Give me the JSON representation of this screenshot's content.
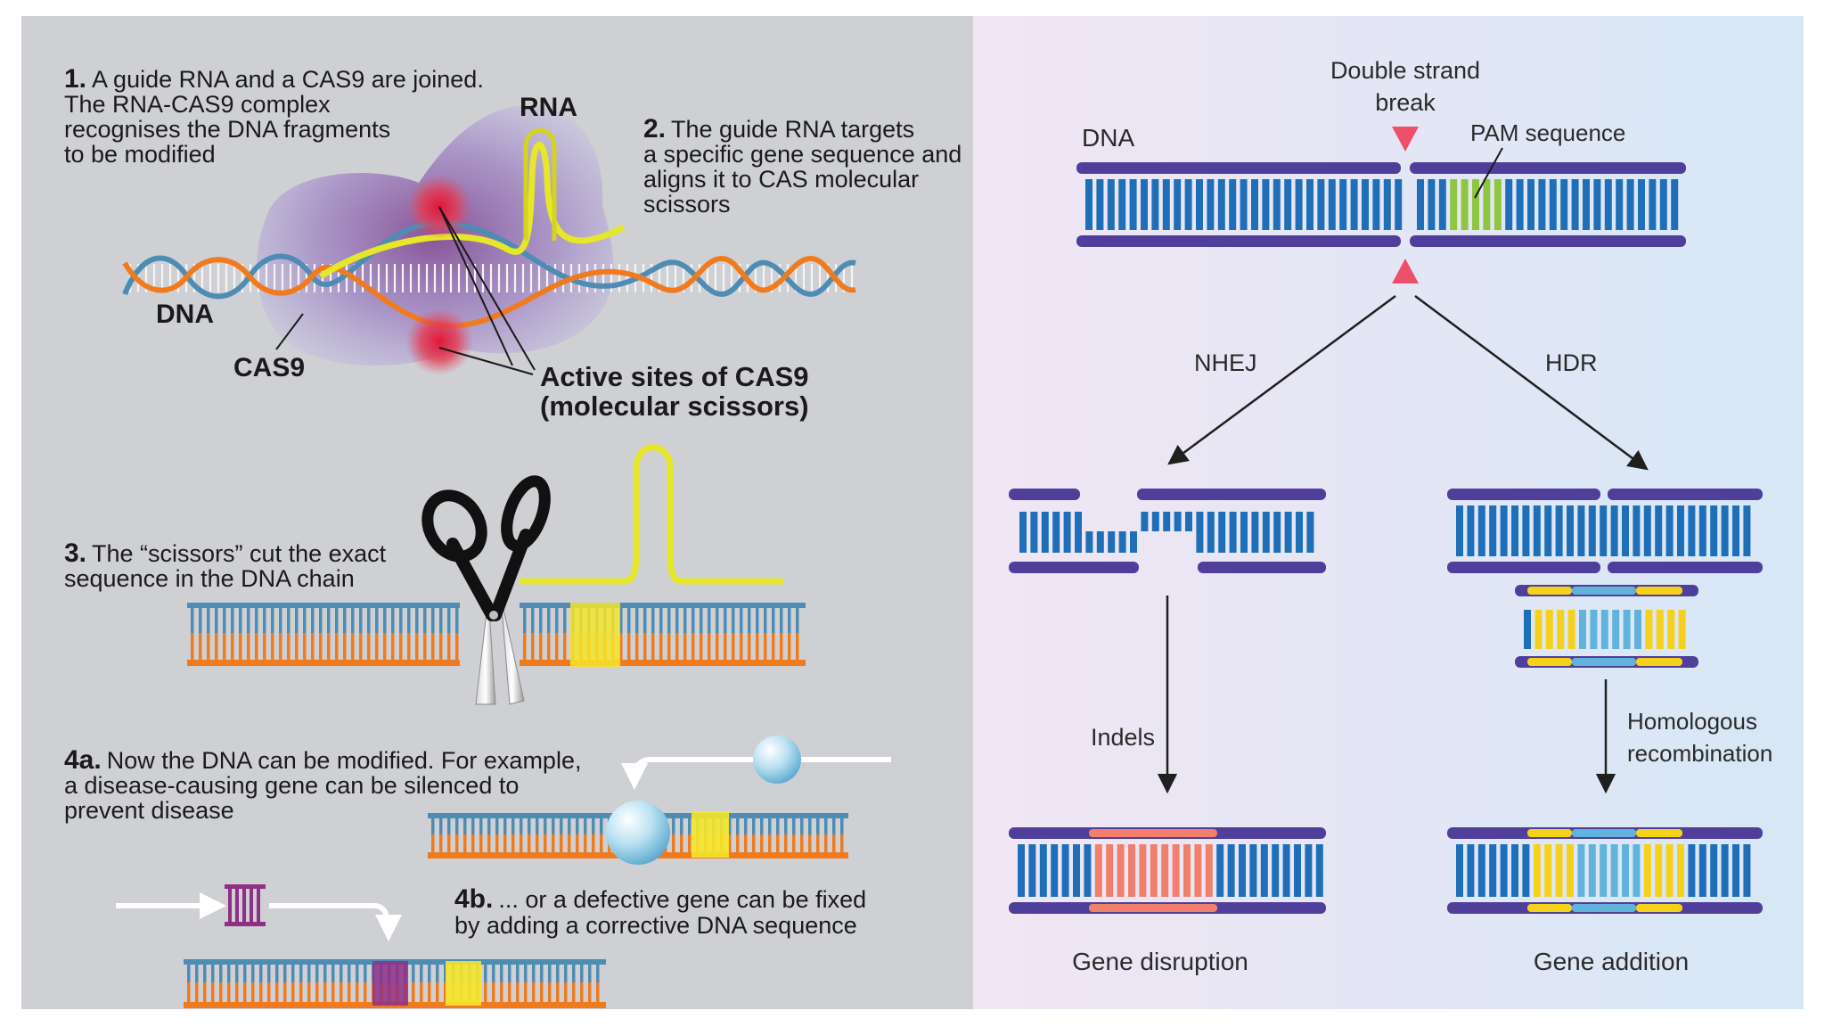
{
  "left": {
    "step1": {
      "num": "1.",
      "line1": "A guide RNA and a CAS9 are joined.",
      "line2": "The RNA-CAS9 complex",
      "line3": "recognises the DNA fragments",
      "line4": "to be modified"
    },
    "step2": {
      "num": "2.",
      "line1": "The guide RNA targets",
      "line2": "a specific gene sequence and",
      "line3": "aligns it to CAS molecular",
      "line4": "scissors"
    },
    "rna_label": "RNA",
    "dna_label": "DNA",
    "cas9_label": "CAS9",
    "active_sites": {
      "line1": "Active sites of CAS9",
      "line2": "(molecular scissors)"
    },
    "step3": {
      "num": "3.",
      "line1": "The “scissors” cut the exact",
      "line2": "sequence in the DNA chain"
    },
    "step4a": {
      "num": "4a.",
      "line1": "Now the DNA can be modified. For example,",
      "line2": "a disease-causing gene can be silenced to",
      "line3": "prevent disease"
    },
    "step4b": {
      "num": "4b.",
      "line1": "... or a defective gene can be fixed",
      "line2": "by adding a corrective DNA sequence"
    }
  },
  "right": {
    "dna_label": "DNA",
    "dsb": {
      "line1": "Double strand",
      "line2": "break"
    },
    "pam_label": "PAM sequence",
    "nhej_label": "NHEJ",
    "hdr_label": "HDR",
    "indels_label": "Indels",
    "homologous": {
      "line1": "Homologous",
      "line2": "recombination"
    },
    "gene_disruption_label": "Gene disruption",
    "gene_addition_label": "Gene addition"
  },
  "colors": {
    "left_bg": "#cfd0d4",
    "right_bg_start": "#f1e6f4",
    "right_bg_end": "#d6e7f6",
    "strand_purple": "#4f3f9a",
    "base_blue": "#1f6fb8",
    "pam_green": "#8fc640",
    "indel_red": "#f0806c",
    "insert_yellow": "#f5d11c",
    "insert_light_blue": "#62b3dc",
    "dna_orange": "#f07b1f",
    "dna_blue": "#4e8cb4",
    "rna_yellow": "#e6e62a",
    "active_site_red": "#d8243a",
    "marker_pink": "#ee4f6a",
    "corrective_magenta": "#8f2f86"
  }
}
